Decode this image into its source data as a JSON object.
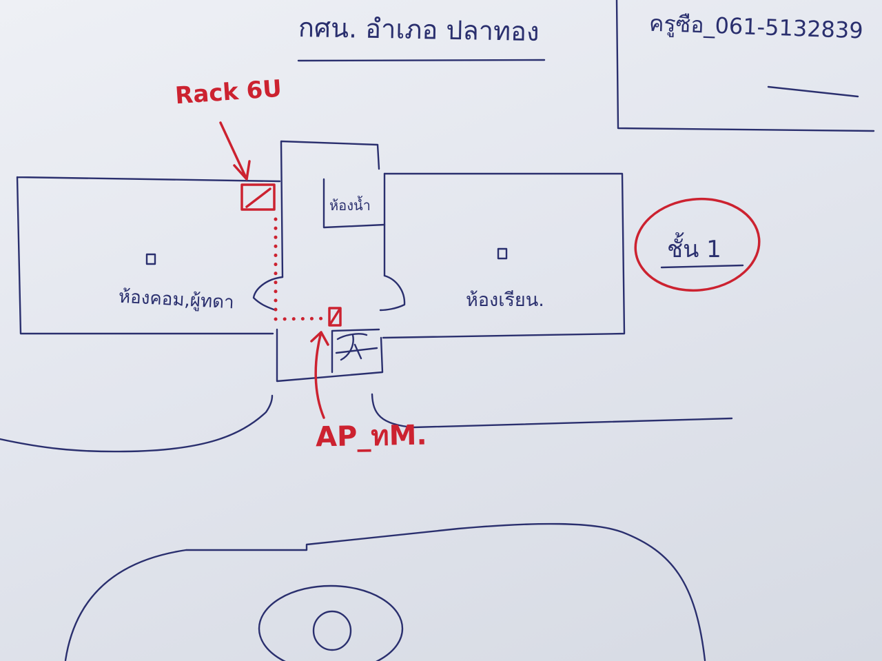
{
  "header": {
    "title": "กศน. อำเภอ ปลาทอง",
    "contact": "ครูซือ_061-5132839"
  },
  "rooms": {
    "left": "ห้องคอม,ผู้ทดา",
    "middle": "ห้องน้ำ",
    "right": "ห้องเรียน."
  },
  "floor_label": "ชั้น 1",
  "labels": {
    "rack": "Rack 6U",
    "ap": "AP_ทM."
  },
  "colors": {
    "ink": "#2a2f6e",
    "marker_red": "#cc2230"
  }
}
